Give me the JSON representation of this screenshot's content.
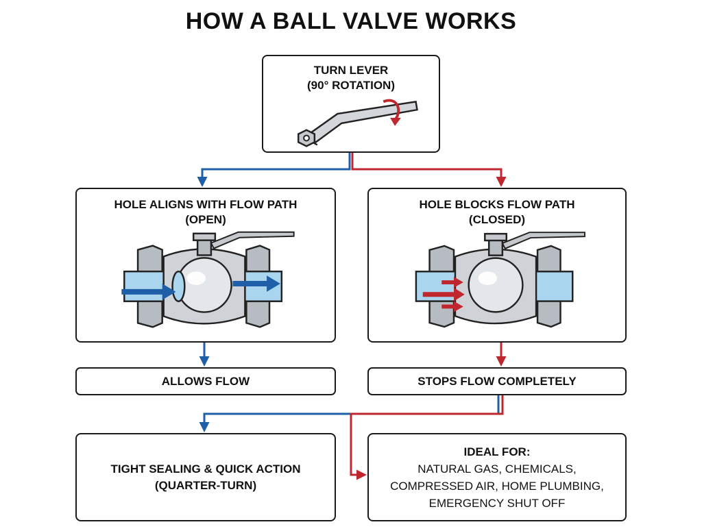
{
  "title": "HOW A BALL VALVE WORKS",
  "lever": {
    "line1": "TURN LEVER",
    "line2": "(90° ROTATION)"
  },
  "open": {
    "title": "HOLE ALIGNS WITH FLOW PATH",
    "subtitle": "(OPEN)"
  },
  "closed": {
    "title": "HOLE BLOCKS FLOW PATH",
    "subtitle": "(CLOSED)"
  },
  "allows": "ALLOWS FLOW",
  "stops": "STOPS FLOW COMPLETELY",
  "benefit": {
    "line1": "TIGHT SEALING & QUICK ACTION",
    "line2": "(QUARTER-TURN)"
  },
  "ideal": {
    "heading": "IDEAL FOR:",
    "lines": [
      "NATURAL GAS, CHEMICALS,",
      "COMPRESSED AIR, HOME PLUMBING,",
      "EMERGENCY SHUT OFF"
    ]
  },
  "colors": {
    "open": "#1f5fa8",
    "closed": "#c0262d",
    "border": "#1a1a1a",
    "water": "#a9d6ee"
  }
}
